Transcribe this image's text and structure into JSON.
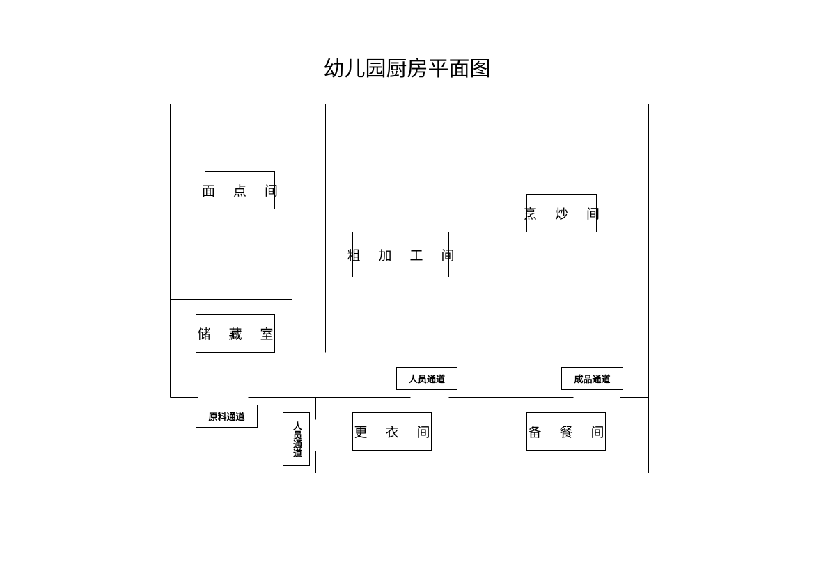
{
  "title": "幼儿园厨房平面图",
  "rooms": {
    "pastry": "面 点 间",
    "storage": "储 藏 室",
    "rough_processing": "粗 加 工 间",
    "cooking": "烹 炒 间",
    "changing": "更 衣 间",
    "serving_prep": "备 餐 间"
  },
  "passages": {
    "staff_inner": "人员通道",
    "finished_goods": "成品通道",
    "raw_material": "原料通道",
    "staff_side": "人员通道"
  }
}
